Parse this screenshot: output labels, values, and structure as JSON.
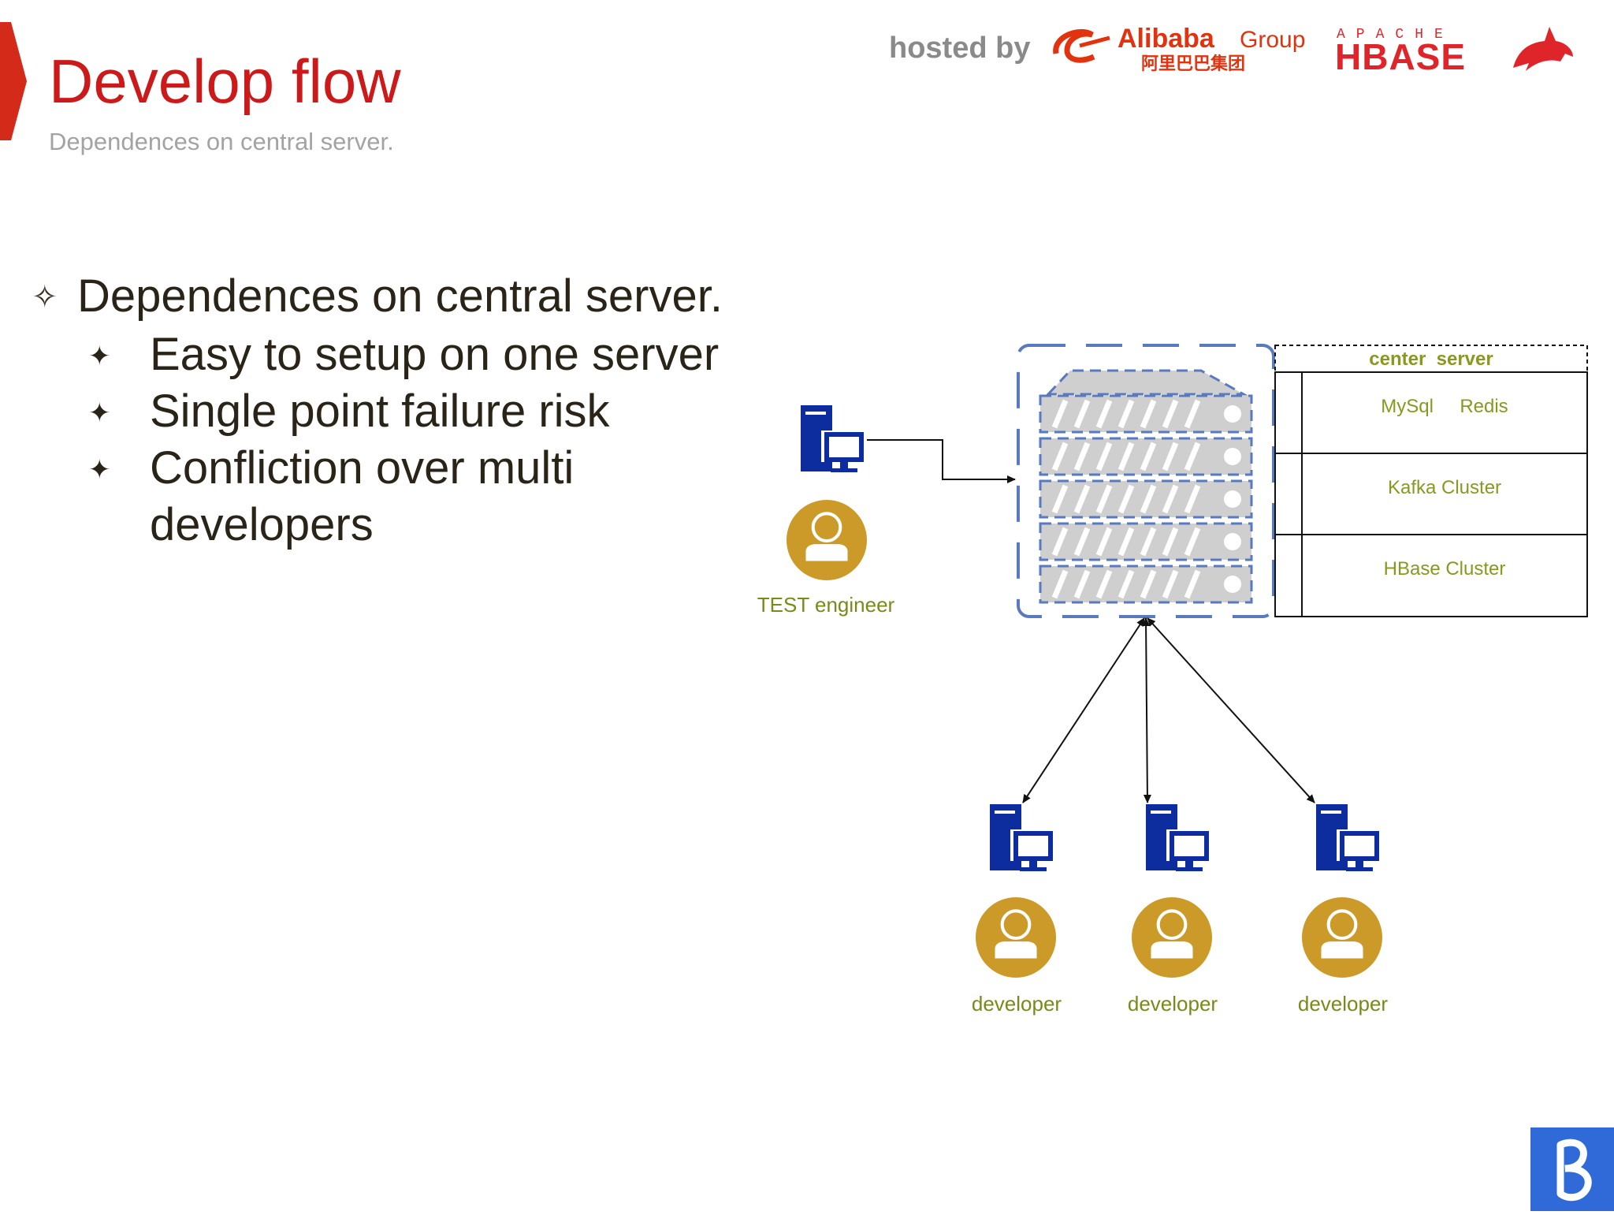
{
  "header": {
    "title": "Develop flow",
    "subtitle": "Dependences on central server.",
    "hosted_by": "hosted by",
    "alibaba_logo_text": "Alibaba Group",
    "alibaba_logo_cn": "阿里巴巴集团",
    "hbase_logo_text": "APACHE HBASE"
  },
  "bullets": {
    "main": "Dependences on central server.",
    "items": [
      "Easy to setup on one server",
      "Single point failure risk",
      "Confliction over multi developers"
    ]
  },
  "diagram": {
    "test_engineer_label": "TEST engineer",
    "developer_labels": [
      "developer",
      "developer",
      "developer"
    ],
    "center_server": {
      "title": "center  server",
      "rows": [
        "MySql     Redis",
        "Kafka Cluster",
        "HBase Cluster"
      ]
    }
  },
  "colors": {
    "title_red": "#cc1a1a",
    "label_olive": "#7a8a18",
    "computer_blue": "#0d2c9e",
    "person_gold": "#cc9a28",
    "server_dash_blue": "#5a7ac0"
  },
  "icons": [
    "diamond-outline-bullet",
    "four-point-star-bullet",
    "computer-icon",
    "person-icon",
    "server-rack-icon"
  ]
}
